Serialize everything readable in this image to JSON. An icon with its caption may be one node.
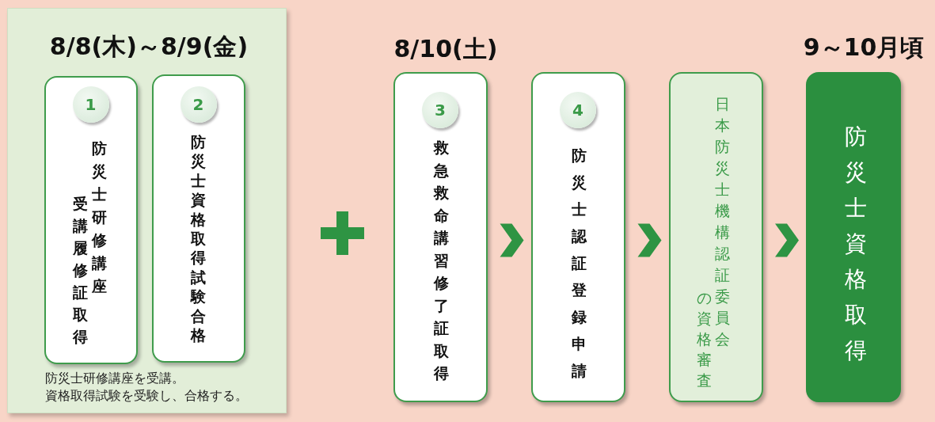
{
  "diagram": {
    "nodes": [
      {
        "text": [
          "8/8(木)～8/9(金)",
          "防災士研修講座を受講。資格取得試験を受験し、合格する。"
        ]
      },
      {
        "text": [
          "1",
          "防災士研修講座受講履修証取得"
        ],
        "in": 0
      },
      {
        "text": [
          "2",
          "防災士資格取得試験合格"
        ],
        "in": 0
      },
      {
        "text": [
          "3",
          "救急救命講習修了証取得"
        ]
      },
      {
        "text": [
          "4",
          "防災士認証登録申請"
        ]
      },
      {
        "text": [
          "日本防災士機構認証委員会の資格審査"
        ]
      },
      {
        "text": [
          "防災士資格取得"
        ]
      }
    ],
    "edges": [
      {
        "from": 3,
        "to": 4,
        "arrow": "to"
      },
      {
        "from": 4,
        "to": 5,
        "arrow": "to"
      },
      {
        "from": 5,
        "to": 6,
        "arrow": "to"
      }
    ],
    "labels": [
      "8/10(土)",
      "9～10月頃"
    ]
  }
}
